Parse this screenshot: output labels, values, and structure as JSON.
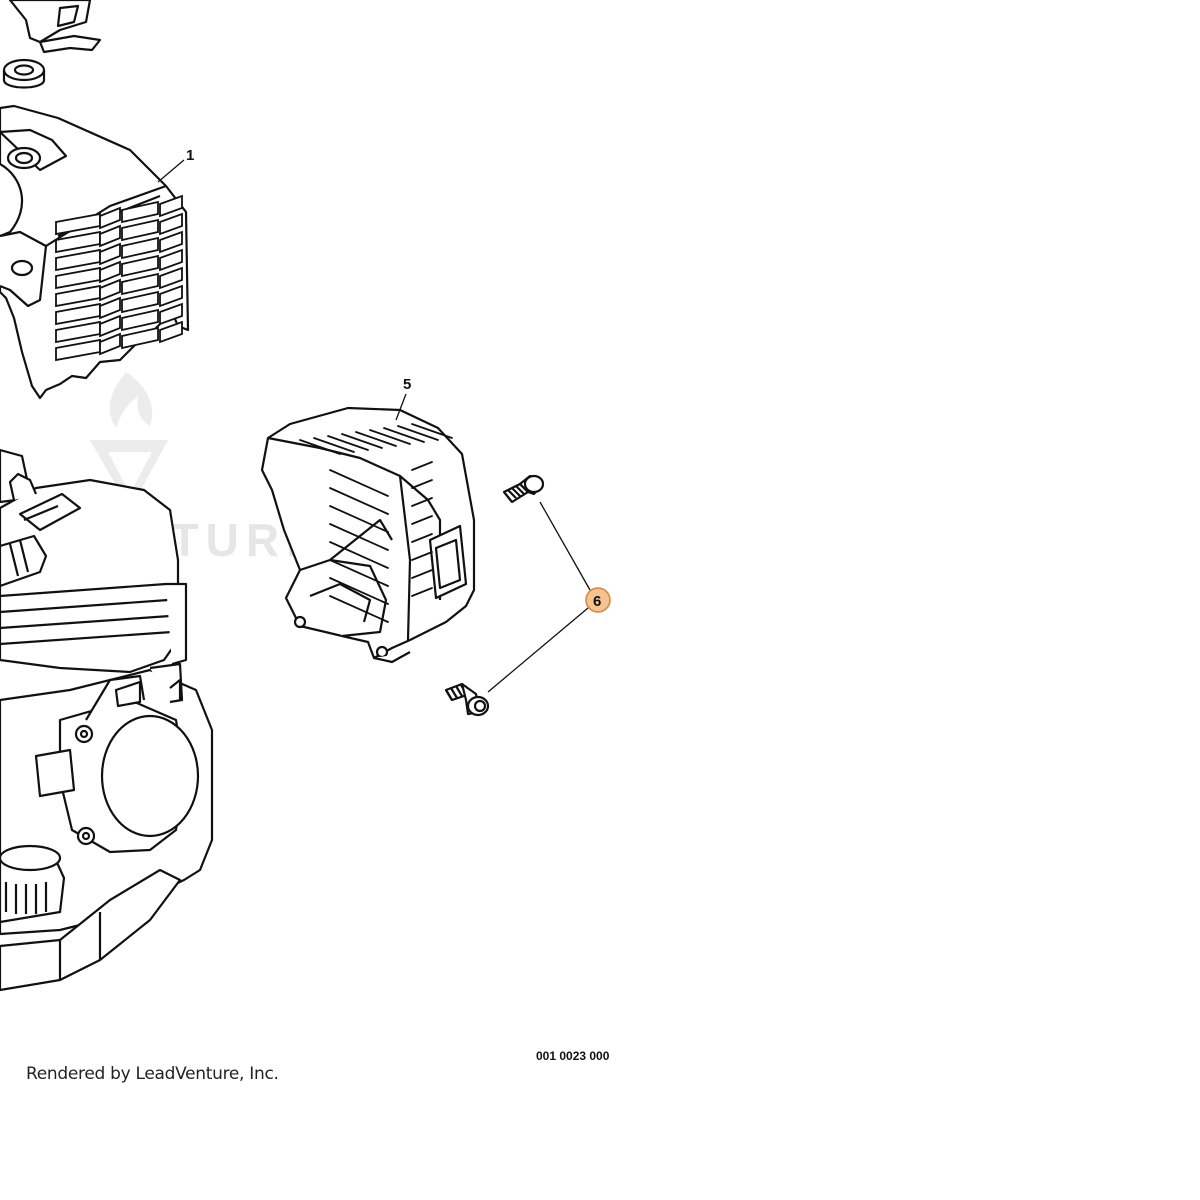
{
  "diagram": {
    "callouts": [
      {
        "label": "1",
        "highlighted": false
      },
      {
        "label": "5",
        "highlighted": false
      },
      {
        "label": "6",
        "highlighted": true
      }
    ],
    "highlight_color": "#f5c38f",
    "highlight_stroke": "#d9893c"
  },
  "watermark": {
    "text": "VENTURE"
  },
  "footer": {
    "drawing_code": "001 0023 000",
    "credit": "Rendered by LeadVenture, Inc."
  }
}
